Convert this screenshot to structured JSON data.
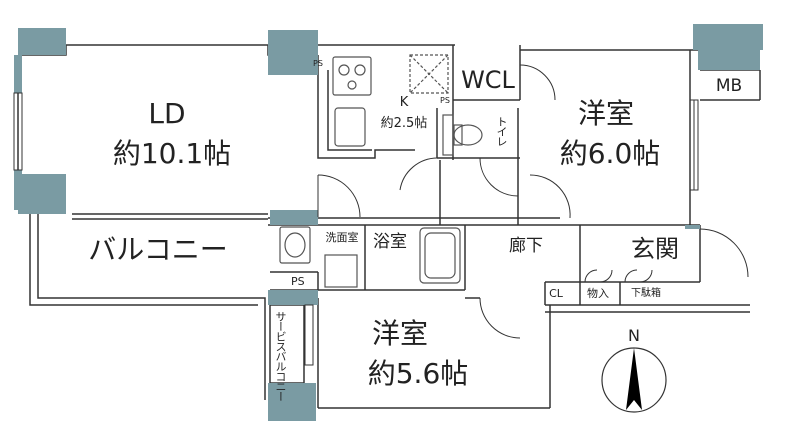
{
  "rooms": {
    "ld": {
      "name": "LD",
      "size": "約10.1帖"
    },
    "kitchen": {
      "name": "K",
      "size": "約2.5帖"
    },
    "wcl": {
      "name": "WCL"
    },
    "western1": {
      "name": "洋室",
      "size": "約6.0帖"
    },
    "mb": {
      "name": "MB"
    },
    "balcony": {
      "name": "バルコニー"
    },
    "washroom": {
      "name": "洗面室"
    },
    "bath": {
      "name": "浴室"
    },
    "hallway": {
      "name": "廊下"
    },
    "entrance": {
      "name": "玄関"
    },
    "western2": {
      "name": "洋室",
      "size": "約5.6帖"
    },
    "service_balcony": {
      "name": "サービスバルコニー"
    },
    "toilet": {
      "name": "トイレ"
    },
    "cl": {
      "name": "CL"
    },
    "storage": {
      "name": "物入"
    },
    "shoe_box": {
      "name": "下駄箱"
    },
    "ps1": {
      "name": "PS"
    },
    "ps2": {
      "name": "PS"
    },
    "ps3": {
      "name": "PS"
    }
  },
  "compass": {
    "label": "N"
  },
  "colors": {
    "wall": "#7a9ba3",
    "line": "#333333",
    "fixture": "#555555"
  }
}
